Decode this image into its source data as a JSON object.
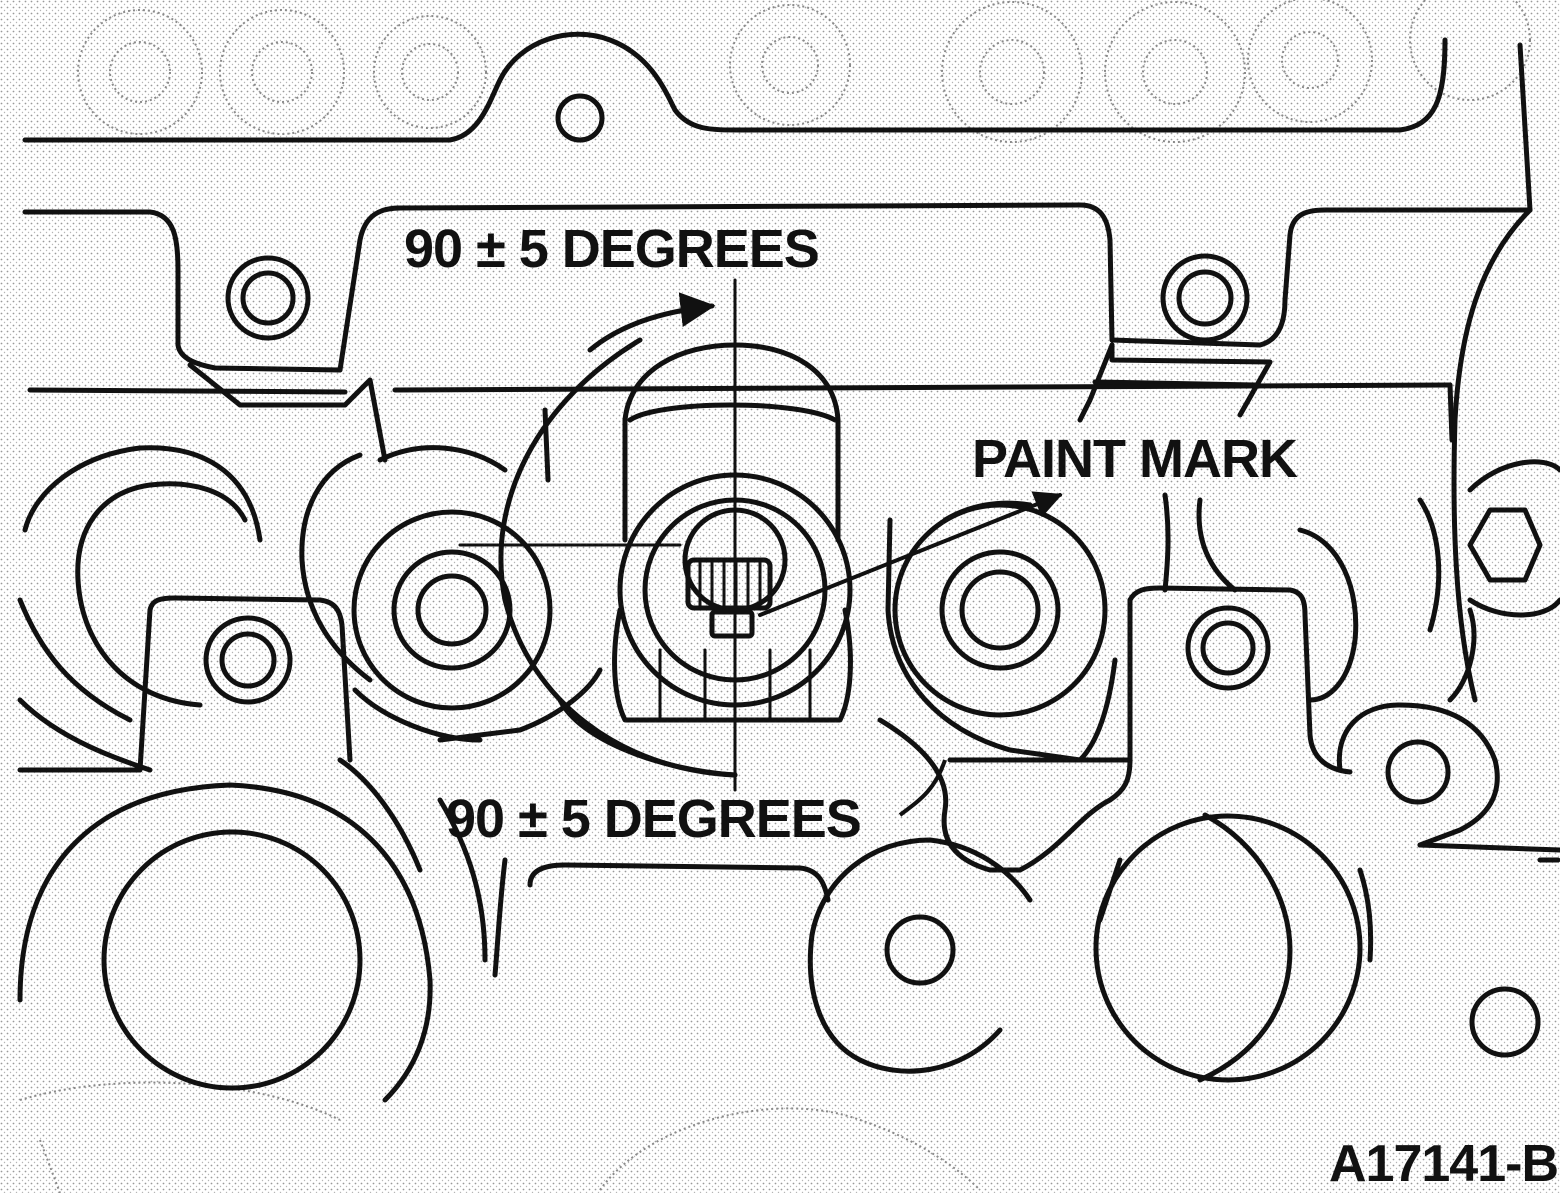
{
  "labels": {
    "angle_top": "90 ± 5 DEGREES",
    "paint_mark": "PAINT MARK",
    "angle_bottom": "90 ± 5 DEGREES",
    "figure_id": "A17141-B"
  },
  "colors": {
    "ink": "#111111",
    "paper": "#ffffff",
    "stipple": "#9a9a9a"
  }
}
